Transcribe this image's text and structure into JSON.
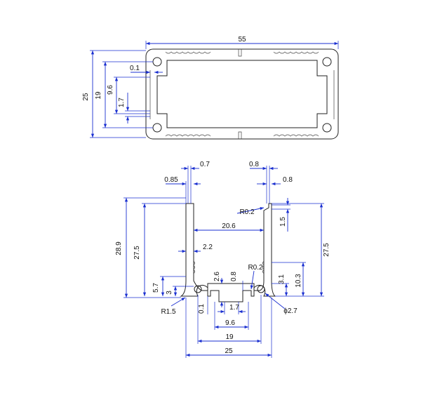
{
  "top_view": {
    "width": "55",
    "height": "25",
    "inner_height": "19",
    "slot_pitch": "9.6",
    "slot_width": "1.7",
    "wall_step": "0.1"
  },
  "side_view": {
    "rib_top_left": "0.7",
    "rib_left": "0.85",
    "rib_top_right": "0.8",
    "rib_right": "0.8",
    "corner_radius_top": "R0.2",
    "inner_width": "20.6",
    "notch_depth": "1.5",
    "total_height": "28.9",
    "left_height": "27.5",
    "right_height": "27.5",
    "wall_thickness": "2.2",
    "base_height_left": "5.7",
    "boss_height": "3",
    "slot_depth": "2.6",
    "slot_gap": "0.8",
    "corner_radius_slot": "R0.2",
    "right_boss_height": "3.1",
    "right_base_height": "10.3",
    "corner_radius_left": "R1.5",
    "step_left": "0.1",
    "slot_width": "1.7",
    "hole_diameter": "ϕ2.7",
    "slot_pitch": "9.6",
    "inner_span": "19",
    "outer_width": "25"
  },
  "colors": {
    "dimension_line": "#1a2fd0",
    "part_outline": "#222222",
    "text": "#111111"
  }
}
